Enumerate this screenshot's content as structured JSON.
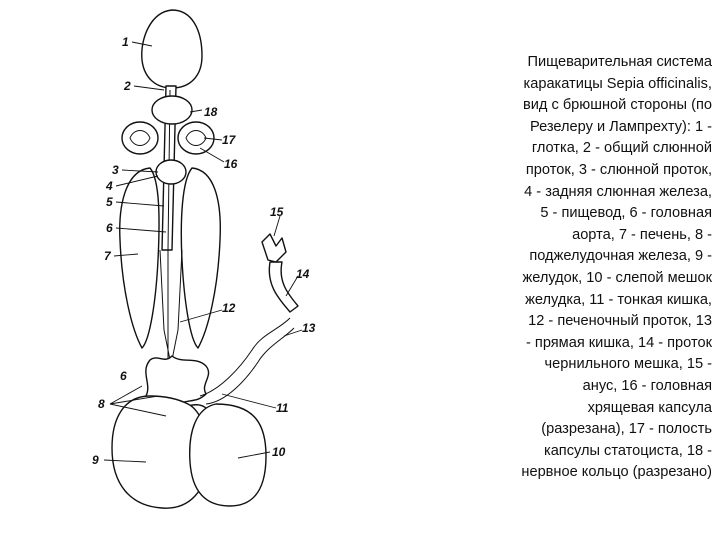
{
  "caption_lines": [
    "Пищеварительная система",
    "каракатицы Sepia officinalis,",
    "вид с брюшной стороны (по",
    "Резелеру и Лампрехту): 1 -",
    "глотка, 2 - общий слюнной",
    "проток, 3 - слюнной проток,",
    "4 - задняя слюнная железа,",
    "5 - пищевод, 6 - головная",
    "аорта, 7 - печень, 8 -",
    "поджелудочная железа, 9 -",
    "желудок, 10 - слепой мешок",
    "желудка, 11 - тонкая кишка,",
    "12 - печеночный проток, 13",
    "- прямая кишка, 14 - проток",
    "чернильного мешка, 15 -",
    "анус, 16 - головная",
    "хрящевая капсула",
    "(разрезана), 17 - полость",
    "капсулы статоциста, 18 -",
    "нервное кольцо (разрезано)"
  ],
  "labels": {
    "l1": "1",
    "l2": "2",
    "l3": "3",
    "l4": "4",
    "l5": "5",
    "l6a": "6",
    "l6b": "6",
    "l7": "7",
    "l8": "8",
    "l9": "9",
    "l10": "10",
    "l11": "11",
    "l12": "12",
    "l13": "13",
    "l14": "14",
    "l15": "15",
    "l16": "16",
    "l17": "17",
    "l18": "18"
  }
}
